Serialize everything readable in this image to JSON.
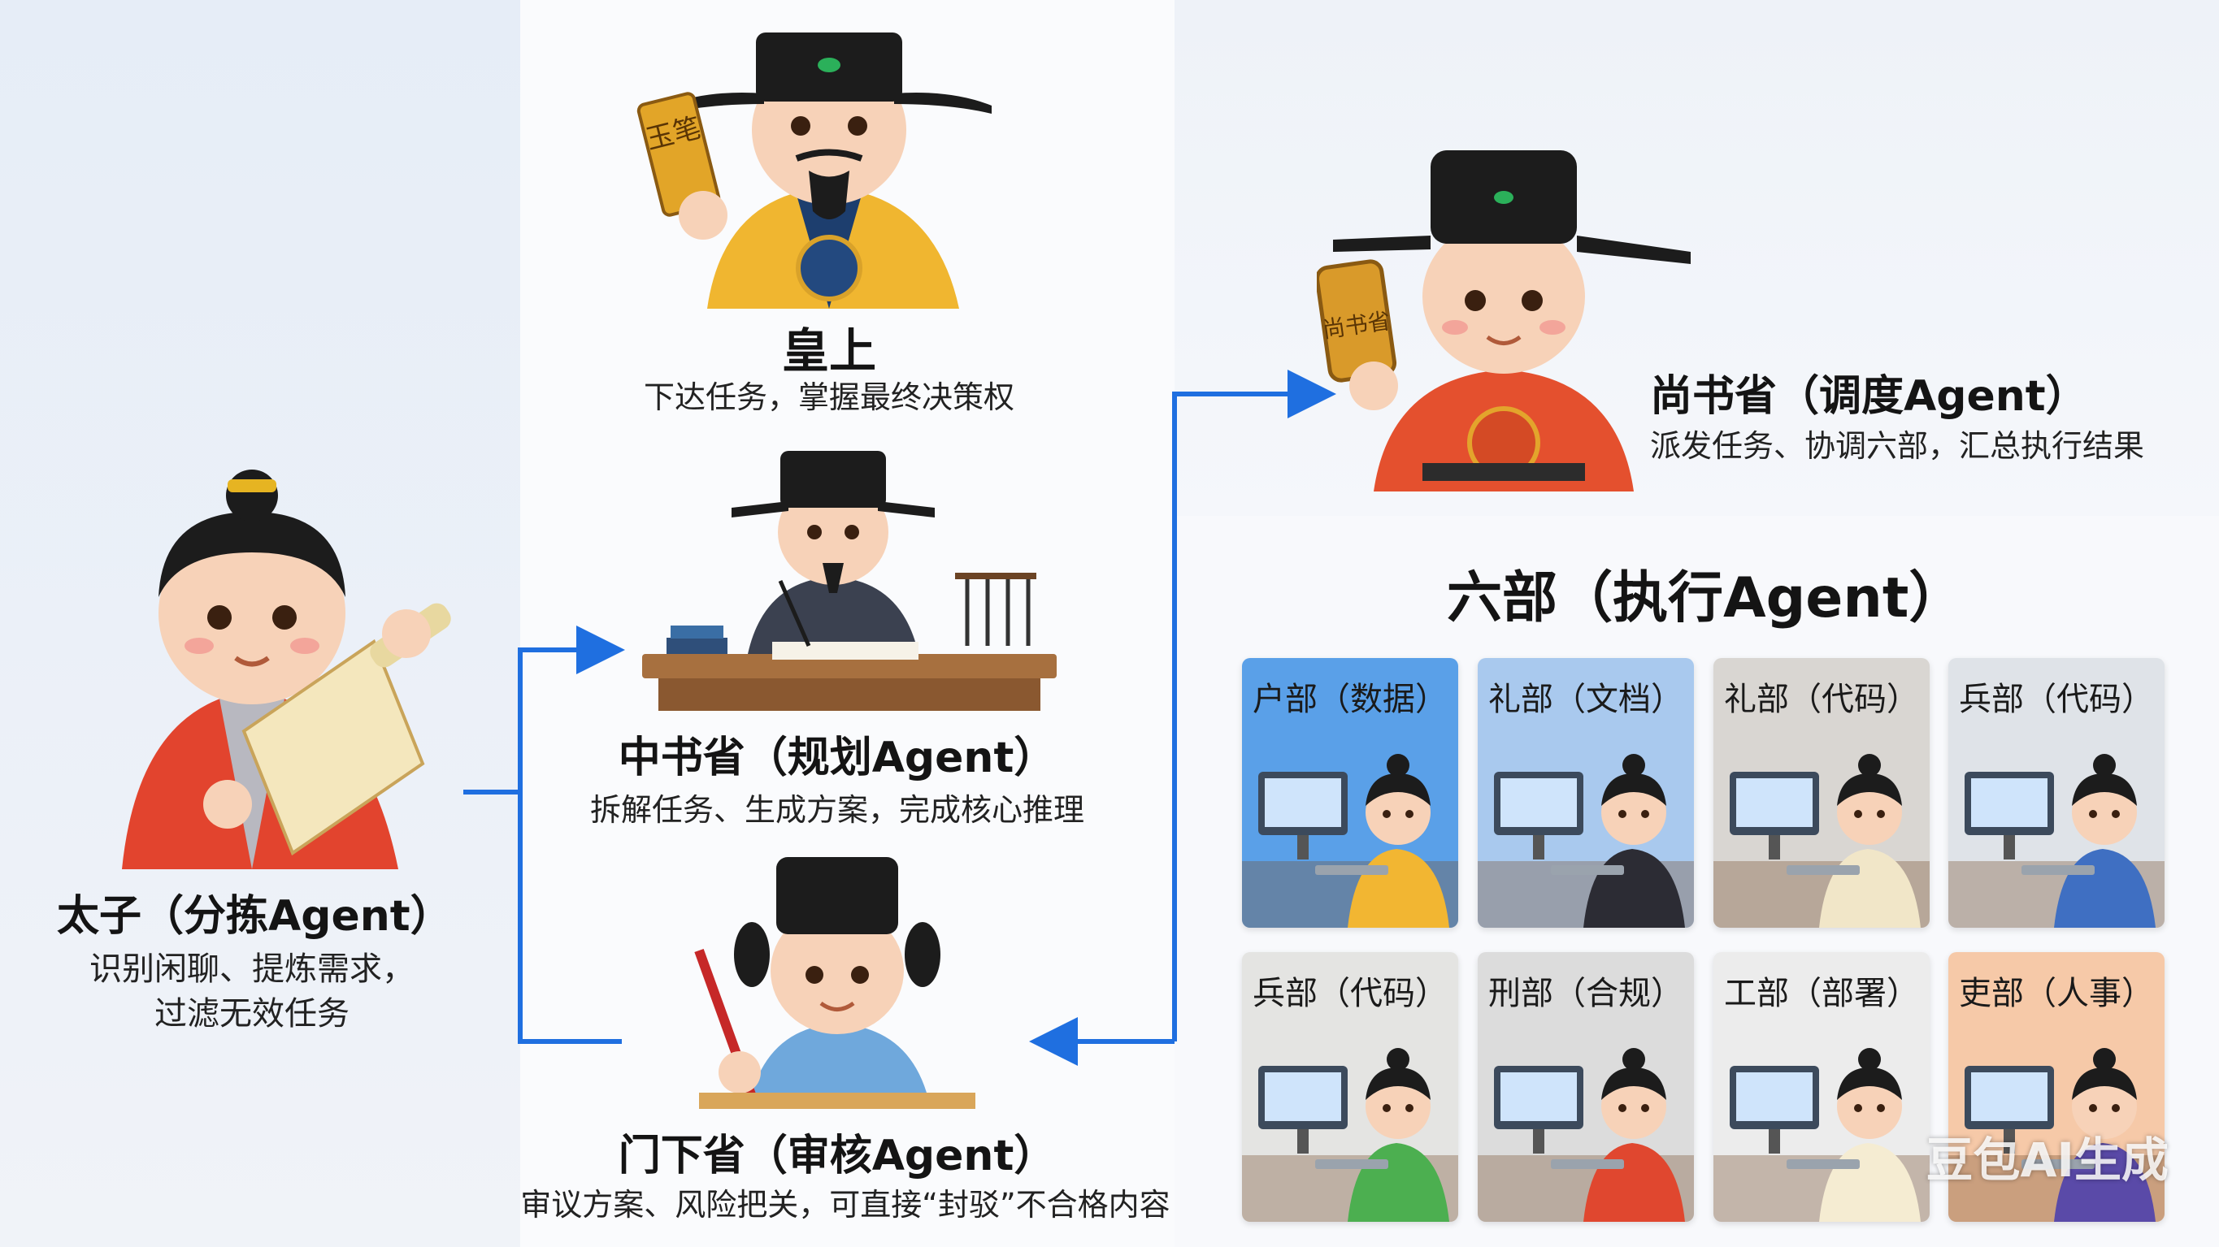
{
  "emperor": {
    "title": "皇上",
    "desc": "下达任务，掌握最终决策权",
    "tablet": "玉笔"
  },
  "crown_prince": {
    "title": "太子（分拣Agent）",
    "desc_line1": "识别闲聊、提炼需求，",
    "desc_line2": "过滤无效任务"
  },
  "zhongshu": {
    "title": "中书省（规划Agent）",
    "desc": "拆解任务、生成方案，完成核心推理"
  },
  "menxia": {
    "title": "门下省（审核Agent）",
    "desc": "审议方案、风险把关，可直接“封驳”不合格内容"
  },
  "shangshu": {
    "title": "尚书省（调度Agent）",
    "desc": "派发任务、协调六部，汇总执行结果",
    "tablet": "尚书省"
  },
  "six_ministries": {
    "title": "六部（执行Agent）",
    "cards": [
      {
        "label": "户部（数据）",
        "bg": "#5aa0e8"
      },
      {
        "label": "礼部（文档）",
        "bg": "#a9c9ee"
      },
      {
        "label": "礼部（代码）",
        "bg": "#d9d6d2"
      },
      {
        "label": "兵部（代码）",
        "bg": "#dfe3e8"
      },
      {
        "label": "兵部（代码）",
        "bg": "#e4e4e2"
      },
      {
        "label": "刑部（合规）",
        "bg": "#dcdcdc"
      },
      {
        "label": "工部（部署）",
        "bg": "#ececec"
      },
      {
        "label": "吏部（人事）",
        "bg": "#f6c9a8"
      }
    ]
  },
  "watermark": "豆包AI生成",
  "colors": {
    "arrow": "#1f6fe0",
    "hat": "#1c1c1c",
    "skin": "#f7d2b8"
  }
}
